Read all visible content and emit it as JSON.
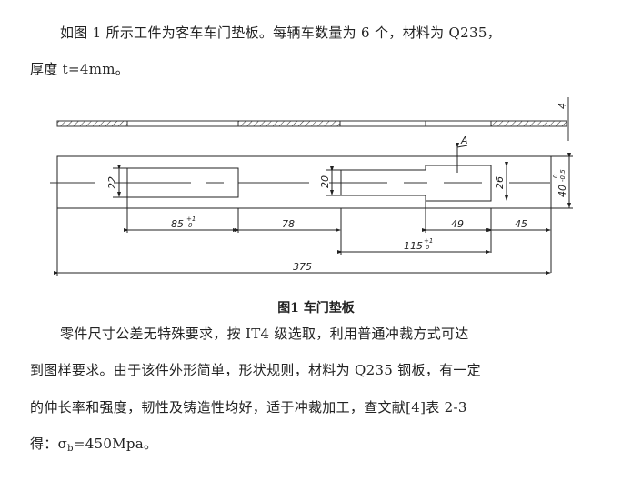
{
  "document": {
    "paragraph1": {
      "line1": "如图 1 所示工件为客车车门垫板。每辆车数量为 6 个，材料为 Q235，",
      "line2": "厚度 t=4mm。"
    },
    "figure": {
      "caption": "图1   车门垫板",
      "dimensions": {
        "overall_length": "375",
        "slot1_length": "85",
        "slot1_tol_upper": "+1",
        "slot1_tol_lower": "0",
        "gap_between_slots": "78",
        "slot2_length": "115",
        "slot2_tol_upper": "+1",
        "slot2_tol_lower": "0",
        "slot2_wide_part": "49",
        "end_margin": "45",
        "slot1_width": "22",
        "slot2_narrow_width": "20",
        "slot2_wide_width": "26",
        "plate_width": "40",
        "plate_width_tol_upper": "0",
        "plate_width_tol_lower": "-0.5",
        "thickness": "4",
        "section_label": "A"
      }
    },
    "paragraph2": {
      "line1": "零件尺寸公差无特殊要求，按 IT4 级选取，利用普通冲裁方式可达",
      "line2": "到图样要求。由于该件外形简单，形状规则，材料为 Q235 钢板，有一定",
      "line3": "的伸长率和强度，韧性及铸造性均好，适于冲裁加工，查文献[4]表 2-3",
      "line4_prefix": "得：σ",
      "line4_sub": "b",
      "line4_suffix": "=450Mpa。"
    }
  }
}
